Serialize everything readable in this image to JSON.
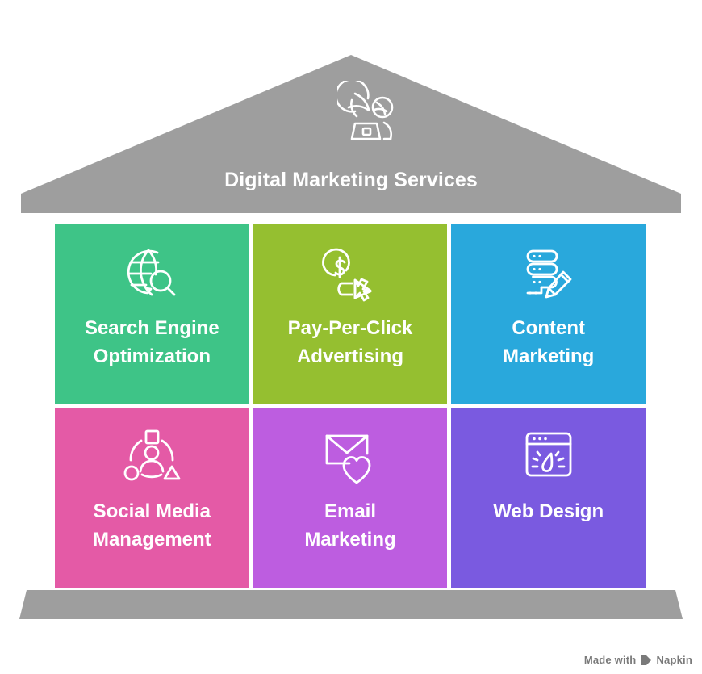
{
  "diagram": {
    "type": "house-infographic",
    "header": {
      "title": "Digital Marketing Services",
      "icon": "globe-person-laptop-icon",
      "fill_color": "#9e9e9e",
      "text_color": "#ffffff"
    },
    "base": {
      "fill_color": "#9e9e9e"
    },
    "cards": [
      {
        "label": "Search Engine\nOptimization",
        "line1": "Search Engine",
        "line2": "Optimization",
        "color": "#3ec487",
        "icon": "globe-search-icon",
        "name": "search-engine-optimization"
      },
      {
        "label": "Pay-Per-Click\nAdvertising",
        "line1": "Pay-Per-Click",
        "line2": "Advertising",
        "color": "#95bf30",
        "icon": "dollar-cursor-click-icon",
        "name": "pay-per-click-advertising"
      },
      {
        "label": "Content\nMarketing",
        "line1": "Content",
        "line2": "Marketing",
        "color": "#29a8dc",
        "icon": "server-pencil-icon",
        "name": "content-marketing"
      },
      {
        "label": "Social Media\nManagement",
        "line1": "Social Media",
        "line2": "Management",
        "color": "#e45aa6",
        "icon": "person-network-shapes-icon",
        "name": "social-media-management"
      },
      {
        "label": "Email\nMarketing",
        "line1": "Email",
        "line2": "Marketing",
        "color": "#bd5de0",
        "icon": "envelope-heart-icon",
        "name": "email-marketing"
      },
      {
        "label": "Web Design",
        "line1": "Web Design",
        "line2": "",
        "color": "#7a5ae0",
        "icon": "browser-speed-gauge-icon",
        "name": "web-design"
      }
    ]
  },
  "watermark": {
    "text": "Made with",
    "brand": "Napkin",
    "icon": "napkin-logo-icon"
  }
}
